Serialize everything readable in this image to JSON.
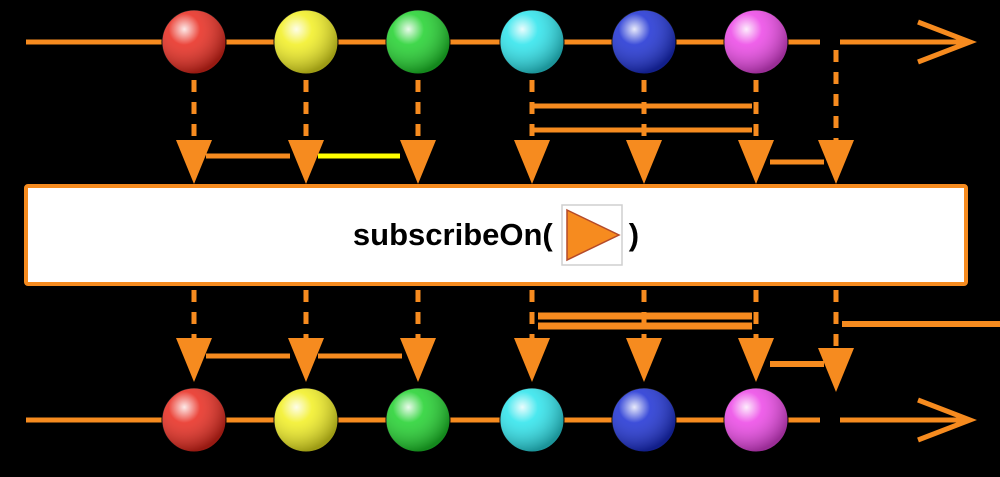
{
  "diagram": {
    "colors": {
      "line": "#f68b1f",
      "box_background": "#ffffff",
      "box_border": "#f68b1f",
      "scheduler_icon": "#f68b1f",
      "highlight": "#ffff00"
    },
    "operator": {
      "prefix": "subscribeOn(",
      "suffix": ")",
      "icon": "scheduler-triangle-icon"
    },
    "marbles": [
      {
        "name": "red",
        "color": "#e8281c"
      },
      {
        "name": "yellow",
        "color": "#f2ef20"
      },
      {
        "name": "green",
        "color": "#1fd12c"
      },
      {
        "name": "cyan",
        "color": "#2be4ec"
      },
      {
        "name": "blue",
        "color": "#1b2fd3"
      },
      {
        "name": "magenta",
        "color": "#ec45e6"
      }
    ]
  }
}
